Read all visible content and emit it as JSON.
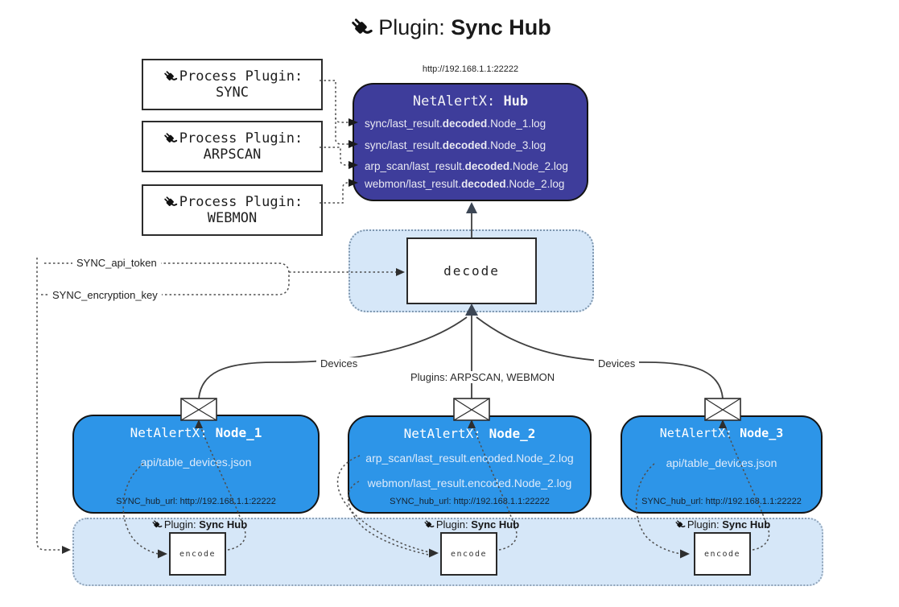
{
  "title": {
    "prefix": "Plugin: ",
    "bold": "Sync Hub"
  },
  "process_plugins": [
    {
      "line1": "Process Plugin:",
      "name": "SYNC"
    },
    {
      "line1": "Process Plugin:",
      "name": "ARPSCAN"
    },
    {
      "line1": "Process Plugin:",
      "name": "WEBMON"
    }
  ],
  "hub": {
    "url": "http://192.168.1.1:22222",
    "title_prefix": "NetAlertX: ",
    "title_bold": "Hub",
    "log_lines": [
      {
        "pre": "sync/last_result.",
        "bold": "decoded",
        "post": ".Node_1.log"
      },
      {
        "pre": "sync/last_result.",
        "bold": "decoded",
        "post": ".Node_3.log"
      },
      {
        "pre": "arp_scan/last_result.",
        "bold": "decoded",
        "post": ".Node_2.log"
      },
      {
        "pre": "webmon/last_result.",
        "bold": "decoded",
        "post": ".Node_2.log"
      }
    ]
  },
  "decode_label": "decode",
  "secrets": {
    "api_token": "SYNC_api_token",
    "encryption_key": "SYNC_encryption_key"
  },
  "edges": {
    "devices_left": "Devices",
    "devices_right": "Devices",
    "plugins_middle": "Plugins: ARPSCAN, WEBMON"
  },
  "nodes": [
    {
      "title_prefix": "NetAlertX: ",
      "title_bold": "Node_1",
      "files": [
        "api/table_devices.json"
      ],
      "hub_url": "SYNC_hub_url: http://192.168.1.1:22222"
    },
    {
      "title_prefix": "NetAlertX: ",
      "title_bold": "Node_2",
      "files": [
        "arp_scan/last_result.encoded.Node_2.log",
        "webmon/last_result.encoded.Node_2.log"
      ],
      "hub_url": "SYNC_hub_url: http://192.168.1.1:22222"
    },
    {
      "title_prefix": "NetAlertX: ",
      "title_bold": "Node_3",
      "files": [
        "api/table_devices.json"
      ],
      "hub_url": "SYNC_hub_url: http://192.168.1.1:22222"
    }
  ],
  "encode_sections": [
    {
      "label_prefix": "Plugin: ",
      "label_bold": "Sync Hub",
      "box_label": "encode"
    },
    {
      "label_prefix": "Plugin: ",
      "label_bold": "Sync Hub",
      "box_label": "encode"
    },
    {
      "label_prefix": "Plugin: ",
      "label_bold": "Sync Hub",
      "box_label": "encode"
    }
  ],
  "colors": {
    "hub_fill": "#3E3D9B",
    "node_fill": "#2D95E8",
    "panel_fill": "#D6E7F8",
    "line": "#3f3f3f"
  }
}
